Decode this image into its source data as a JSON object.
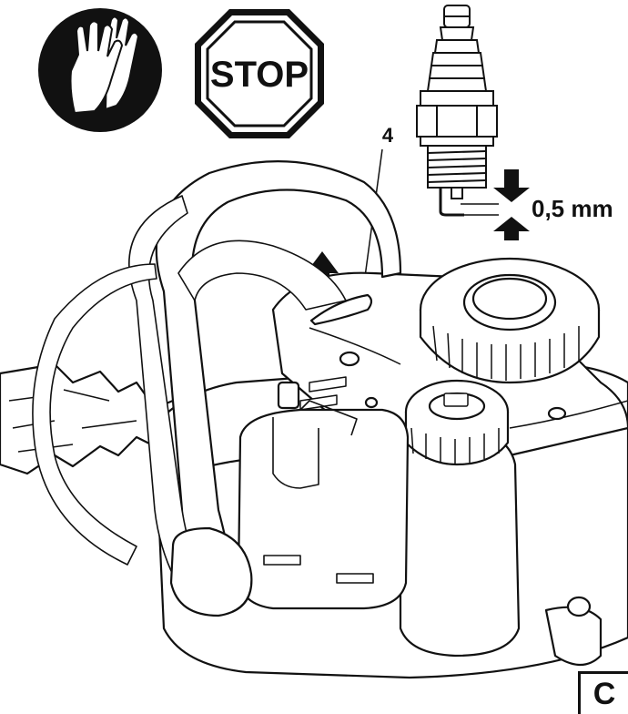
{
  "icons": {
    "gloves": "gloves-icon",
    "stop": "stop-sign-icon",
    "spark_plug": "spark-plug-icon",
    "up_arrow": "arrow-up-icon"
  },
  "stop_sign": {
    "text": "STOP"
  },
  "callout": {
    "number": "4"
  },
  "spark_plug": {
    "gap_label": "0,5 mm"
  },
  "panel": {
    "letter": "C"
  },
  "colors": {
    "ink": "#111111",
    "paper": "#ffffff"
  }
}
